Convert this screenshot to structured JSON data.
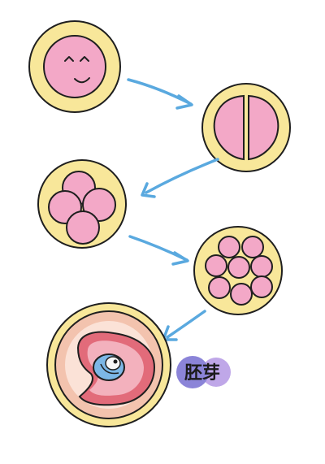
{
  "label": {
    "text": "胚芽"
  },
  "colors": {
    "zona": "#f8e79a",
    "cell": "#f3a8c7",
    "outline": "#1f1f1f",
    "arrow": "#5aa9df",
    "badge_left": "#8b84d8",
    "badge_right": "#bfa7e8",
    "embryo_sac": "#e26b7a",
    "embryo_blue": "#7cb7e6"
  },
  "stages": [
    {
      "name": "zygote"
    },
    {
      "name": "2-cell"
    },
    {
      "name": "4-cell"
    },
    {
      "name": "8-cell"
    },
    {
      "name": "blastocyst"
    }
  ]
}
